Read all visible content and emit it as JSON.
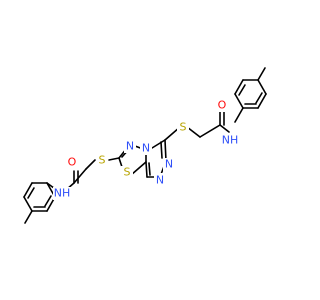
{
  "molecule": {
    "atoms": [
      {
        "id": "s_thioether_right",
        "label": "S",
        "color": "#b8a400"
      },
      {
        "id": "o_right",
        "label": "O",
        "color": "#ff0d0d"
      },
      {
        "id": "nh_right",
        "label": "NH",
        "color": "#3050f8"
      },
      {
        "id": "n_triazole_1",
        "label": "N",
        "color": "#3050f8"
      },
      {
        "id": "n_triazole_2",
        "label": "N",
        "color": "#3050f8"
      },
      {
        "id": "n_triazole_3",
        "label": "N",
        "color": "#3050f8"
      },
      {
        "id": "n_thiadiazole",
        "label": "N",
        "color": "#3050f8"
      },
      {
        "id": "s_ring",
        "label": "S",
        "color": "#b8a400"
      },
      {
        "id": "s_thioether_left",
        "label": "S",
        "color": "#b8a400"
      },
      {
        "id": "o_left",
        "label": "O",
        "color": "#ff0d0d"
      },
      {
        "id": "nh_left",
        "label": "NH",
        "color": "#3050f8"
      }
    ]
  }
}
